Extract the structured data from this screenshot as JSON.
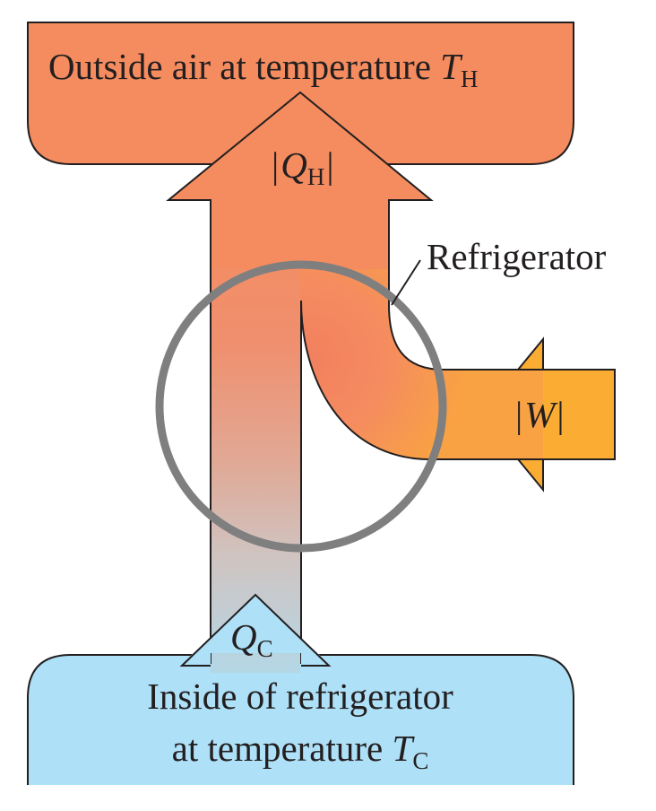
{
  "hot_reservoir": {
    "label": "Outside air at temperature ",
    "temp_symbol": "T",
    "temp_subscript": "H",
    "color": "#f58c5f"
  },
  "cold_reservoir": {
    "line1": "Inside of refrigerator",
    "line2": "at temperature ",
    "temp_symbol": "T",
    "temp_subscript": "C",
    "color": "#aee0f7"
  },
  "heat_out": {
    "bar_left": "|",
    "symbol": "Q",
    "subscript": "H",
    "bar_right": "|"
  },
  "heat_in": {
    "symbol": "Q",
    "subscript": "C"
  },
  "work_in": {
    "bar_left": "|",
    "symbol": "W",
    "bar_right": "|",
    "color": "#fbad33"
  },
  "device": {
    "label": "Refrigerator",
    "ring_color": "#7f7f7f"
  }
}
